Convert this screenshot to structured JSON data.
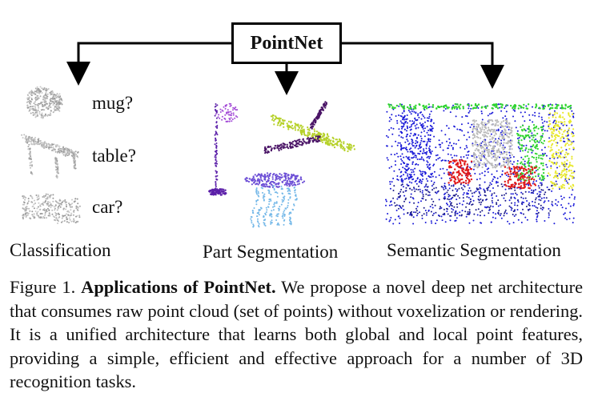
{
  "box_title": "PointNet",
  "questions": [
    "mug?",
    "table?",
    "car?"
  ],
  "sections": [
    "Classification",
    "Part Segmentation",
    "Semantic Segmentation"
  ],
  "caption": {
    "prefix": "Figure 1. ",
    "bold": "Applications of PointNet.",
    "text": " We propose a novel deep net architecture that consumes raw point cloud (set of points) without voxelization or rendering.  It is a unified architecture that learns both global and local point features, providing a simple, efficient and effective approach for a number of 3D recognition tasks."
  },
  "colors": {
    "lamp": "#5b1fa8",
    "lamp_shade": "#a34bd6",
    "plane_body": "#b6d12a",
    "plane_wing": "#4a1466",
    "table_top": "#6d4fd6",
    "table_legs": "#74b8e8",
    "scene_blue": "#1818d8",
    "scene_green": "#2fd42f",
    "scene_yellow": "#e8e82a",
    "scene_red": "#e01818",
    "scene_gray": "#b8b8b8"
  }
}
